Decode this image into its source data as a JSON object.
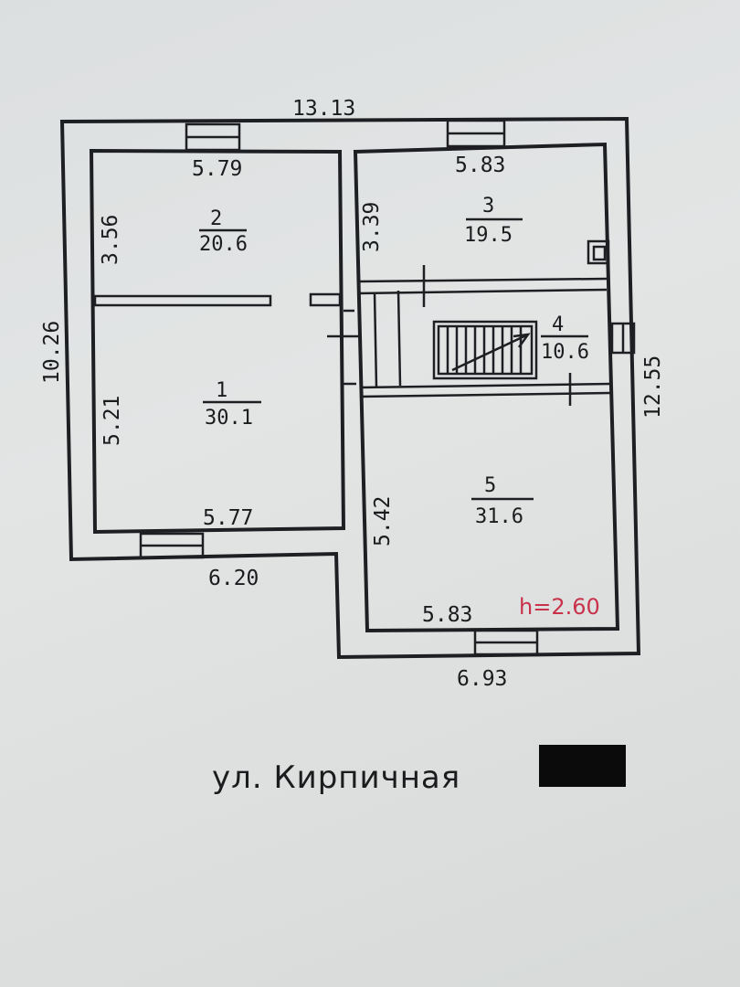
{
  "plan": {
    "overall": {
      "top": "13.13",
      "left": "10.26",
      "right": "12.55",
      "bottom_left": "6.20",
      "bottom_right": "6.93"
    },
    "rooms": [
      {
        "id": "1",
        "area": "30.1",
        "width": "5.77",
        "depth": "5.21"
      },
      {
        "id": "2",
        "area": "20.6",
        "width": "5.79",
        "depth": "3.56"
      },
      {
        "id": "3",
        "area": "19.5",
        "width": "5.83",
        "depth": "3.39"
      },
      {
        "id": "4",
        "area": "10.6"
      },
      {
        "id": "5",
        "area": "31.6",
        "width": "5.83",
        "depth": "5.42"
      }
    ],
    "ceiling_height": "h=2.60",
    "street": "ул. Кирпичная"
  }
}
